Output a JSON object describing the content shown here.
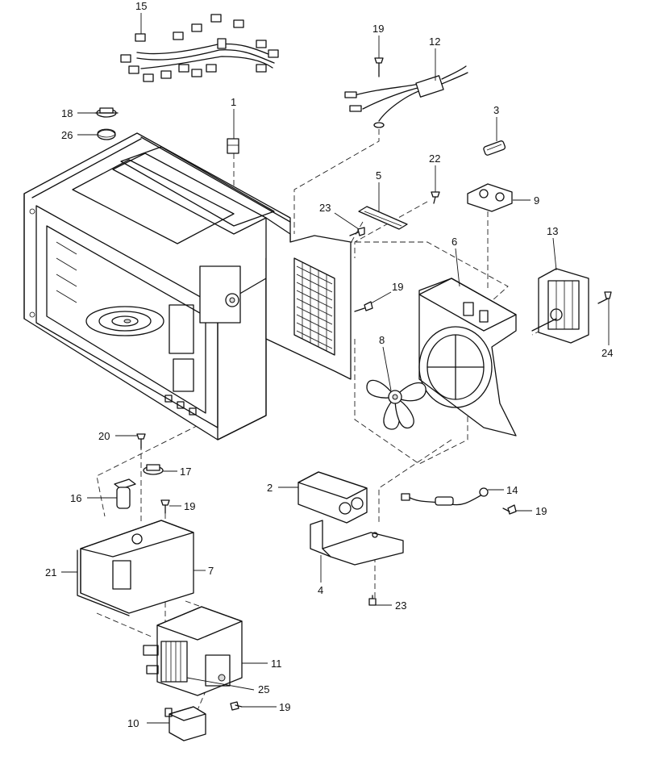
{
  "callouts": [
    {
      "id": "c15a",
      "label": "15"
    },
    {
      "id": "c19a",
      "label": "19"
    },
    {
      "id": "c12",
      "label": "12"
    },
    {
      "id": "c1",
      "label": "1"
    },
    {
      "id": "c18",
      "label": "18"
    },
    {
      "id": "c26",
      "label": "26"
    },
    {
      "id": "c3",
      "label": "3"
    },
    {
      "id": "c22",
      "label": "22"
    },
    {
      "id": "c5",
      "label": "5"
    },
    {
      "id": "c23a",
      "label": "23"
    },
    {
      "id": "c9",
      "label": "9"
    },
    {
      "id": "c6",
      "label": "6"
    },
    {
      "id": "c13",
      "label": "13"
    },
    {
      "id": "c19b",
      "label": "19"
    },
    {
      "id": "c8",
      "label": "8"
    },
    {
      "id": "c24",
      "label": "24"
    },
    {
      "id": "c20",
      "label": "20"
    },
    {
      "id": "c17",
      "label": "17"
    },
    {
      "id": "c16",
      "label": "16"
    },
    {
      "id": "c19c",
      "label": "19"
    },
    {
      "id": "c2",
      "label": "2"
    },
    {
      "id": "c14",
      "label": "14"
    },
    {
      "id": "c19d",
      "label": "19"
    },
    {
      "id": "c21",
      "label": "21"
    },
    {
      "id": "c7",
      "label": "7"
    },
    {
      "id": "c4",
      "label": "4"
    },
    {
      "id": "c23b",
      "label": "23"
    },
    {
      "id": "c11",
      "label": "11"
    },
    {
      "id": "c25",
      "label": "25"
    },
    {
      "id": "c10",
      "label": "10"
    },
    {
      "id": "c19e",
      "label": "19"
    }
  ]
}
